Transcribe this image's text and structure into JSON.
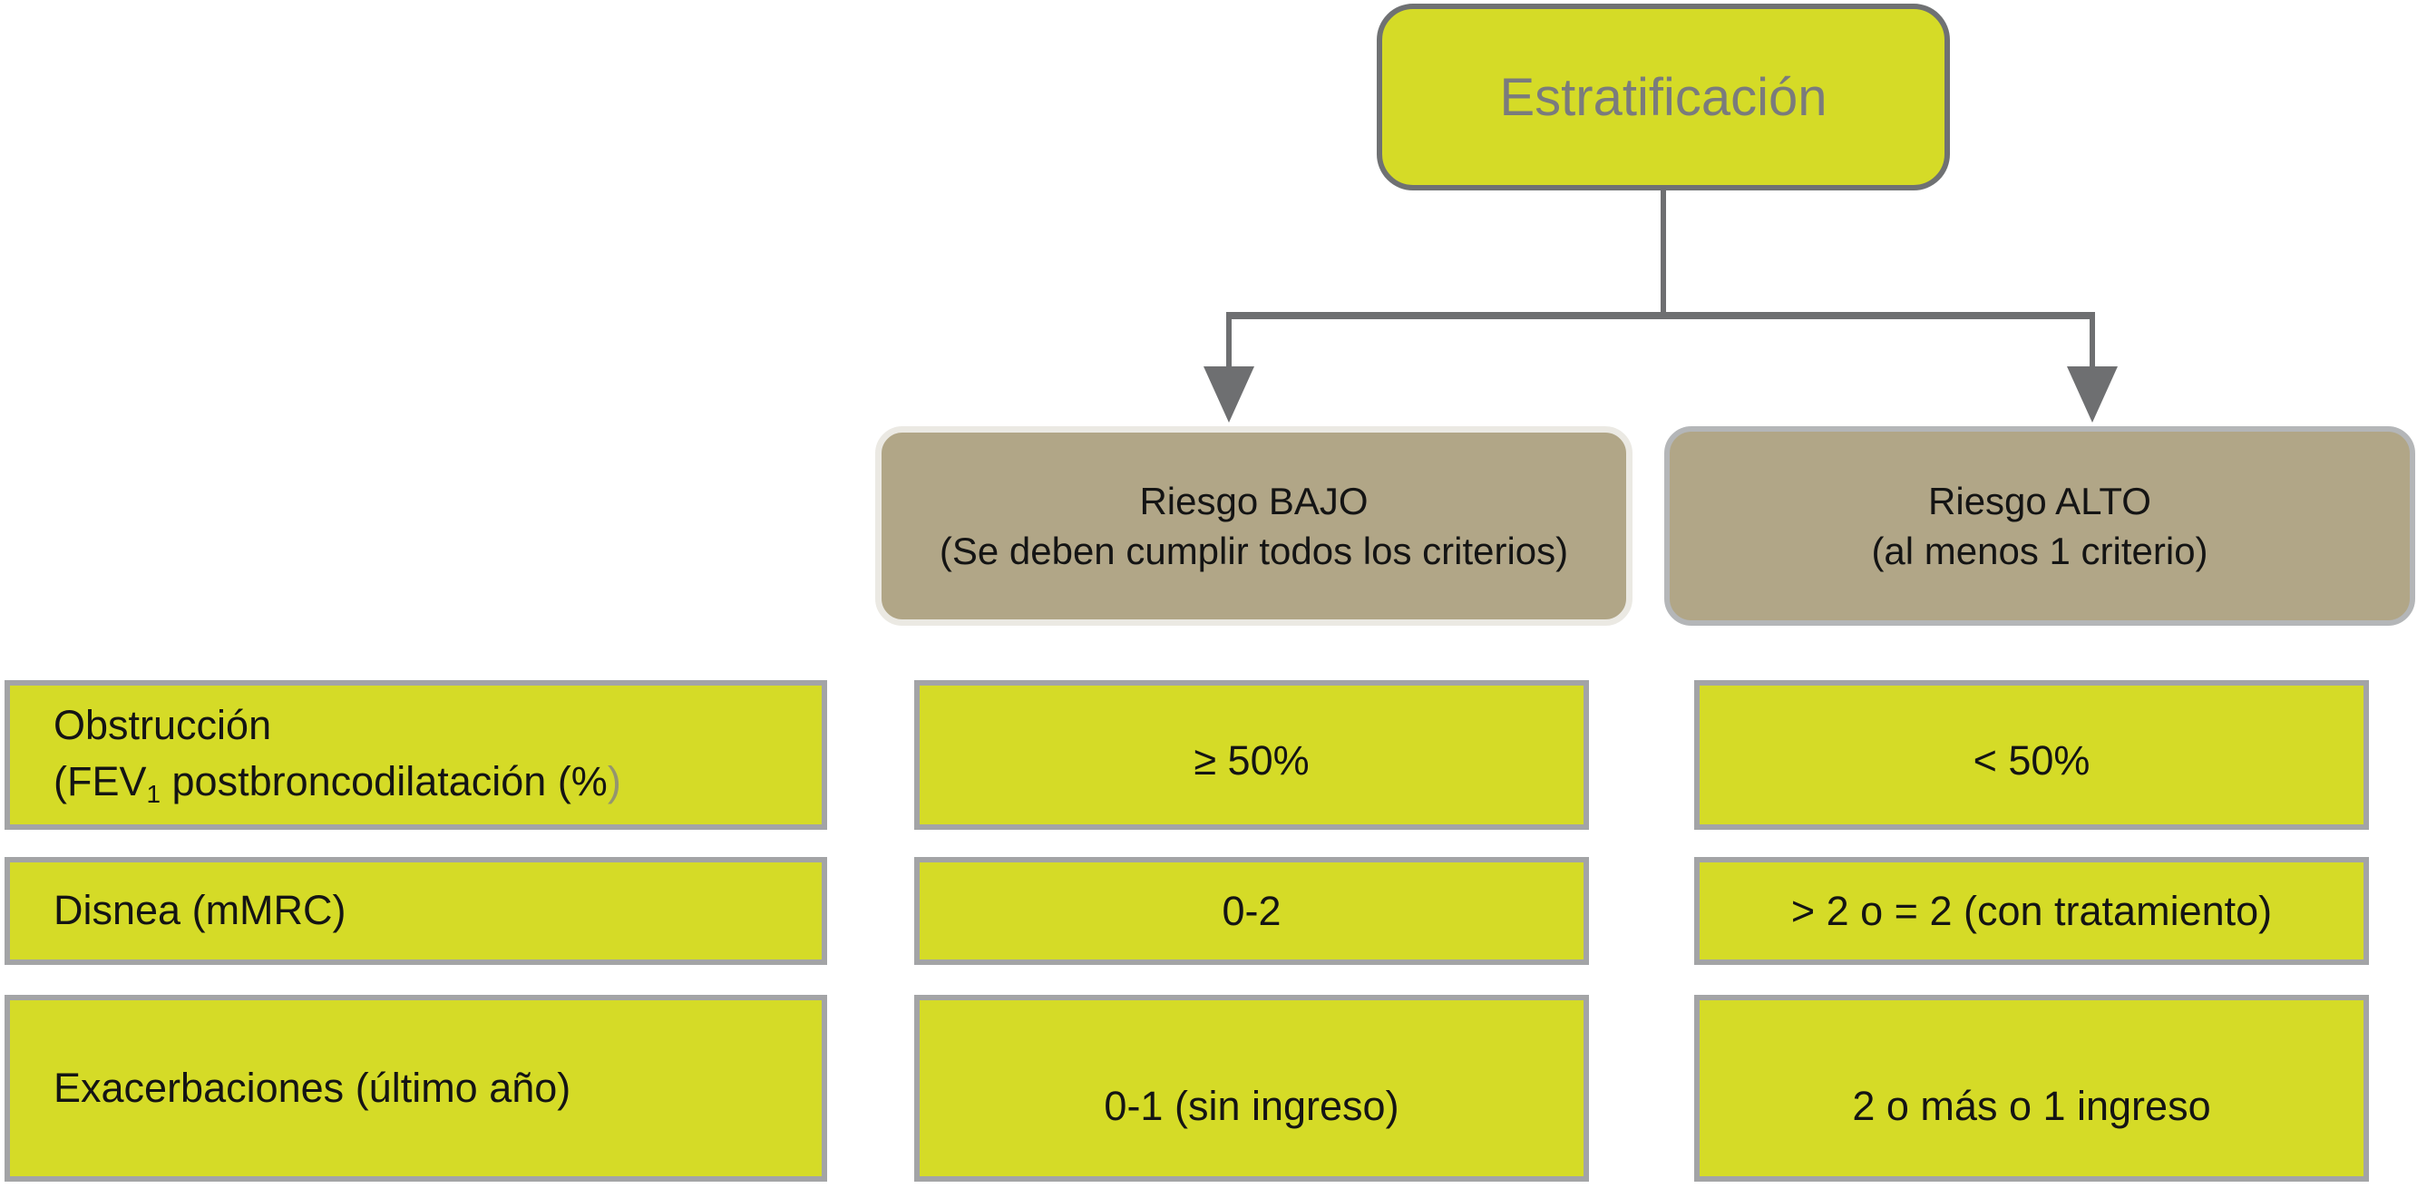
{
  "colors": {
    "yellow_green": "#d5db27",
    "tan": "#b1a687",
    "cell_border": "#a3a4a6",
    "branch_low_border": "#ebe9e3",
    "branch_high_border": "#b4b6b8",
    "connector": "#6e6f71",
    "root_border": "#6f7173",
    "root_text": "#7a7b7d",
    "muted_paren": "#94956f",
    "text": "#141414"
  },
  "root": {
    "label": "Estratificación"
  },
  "branches": {
    "low": {
      "title": "Riesgo BAJO",
      "subtitle": "(Se deben cumplir todos los criterios)"
    },
    "high": {
      "title": "Riesgo ALTO",
      "subtitle": "(al menos 1 criterio)"
    }
  },
  "criteria_rows": [
    {
      "label": {
        "line1": "Obstrucción",
        "line2_prefix": "(FEV",
        "line2_sub": "1",
        "line2_rest": " postbroncodilatación (%",
        "line2_trailing": ")"
      },
      "low": "≥ 50%",
      "high": "< 50%"
    },
    {
      "label": {
        "line1": "Disnea (mMRC)"
      },
      "low": "0-2",
      "high": "> 2 o = 2 (con tratamiento)"
    },
    {
      "label": {
        "line1": "Exacerbaciones (último año)"
      },
      "low": "0-1 (sin ingreso)",
      "high": "2 o más o 1 ingreso"
    }
  ]
}
